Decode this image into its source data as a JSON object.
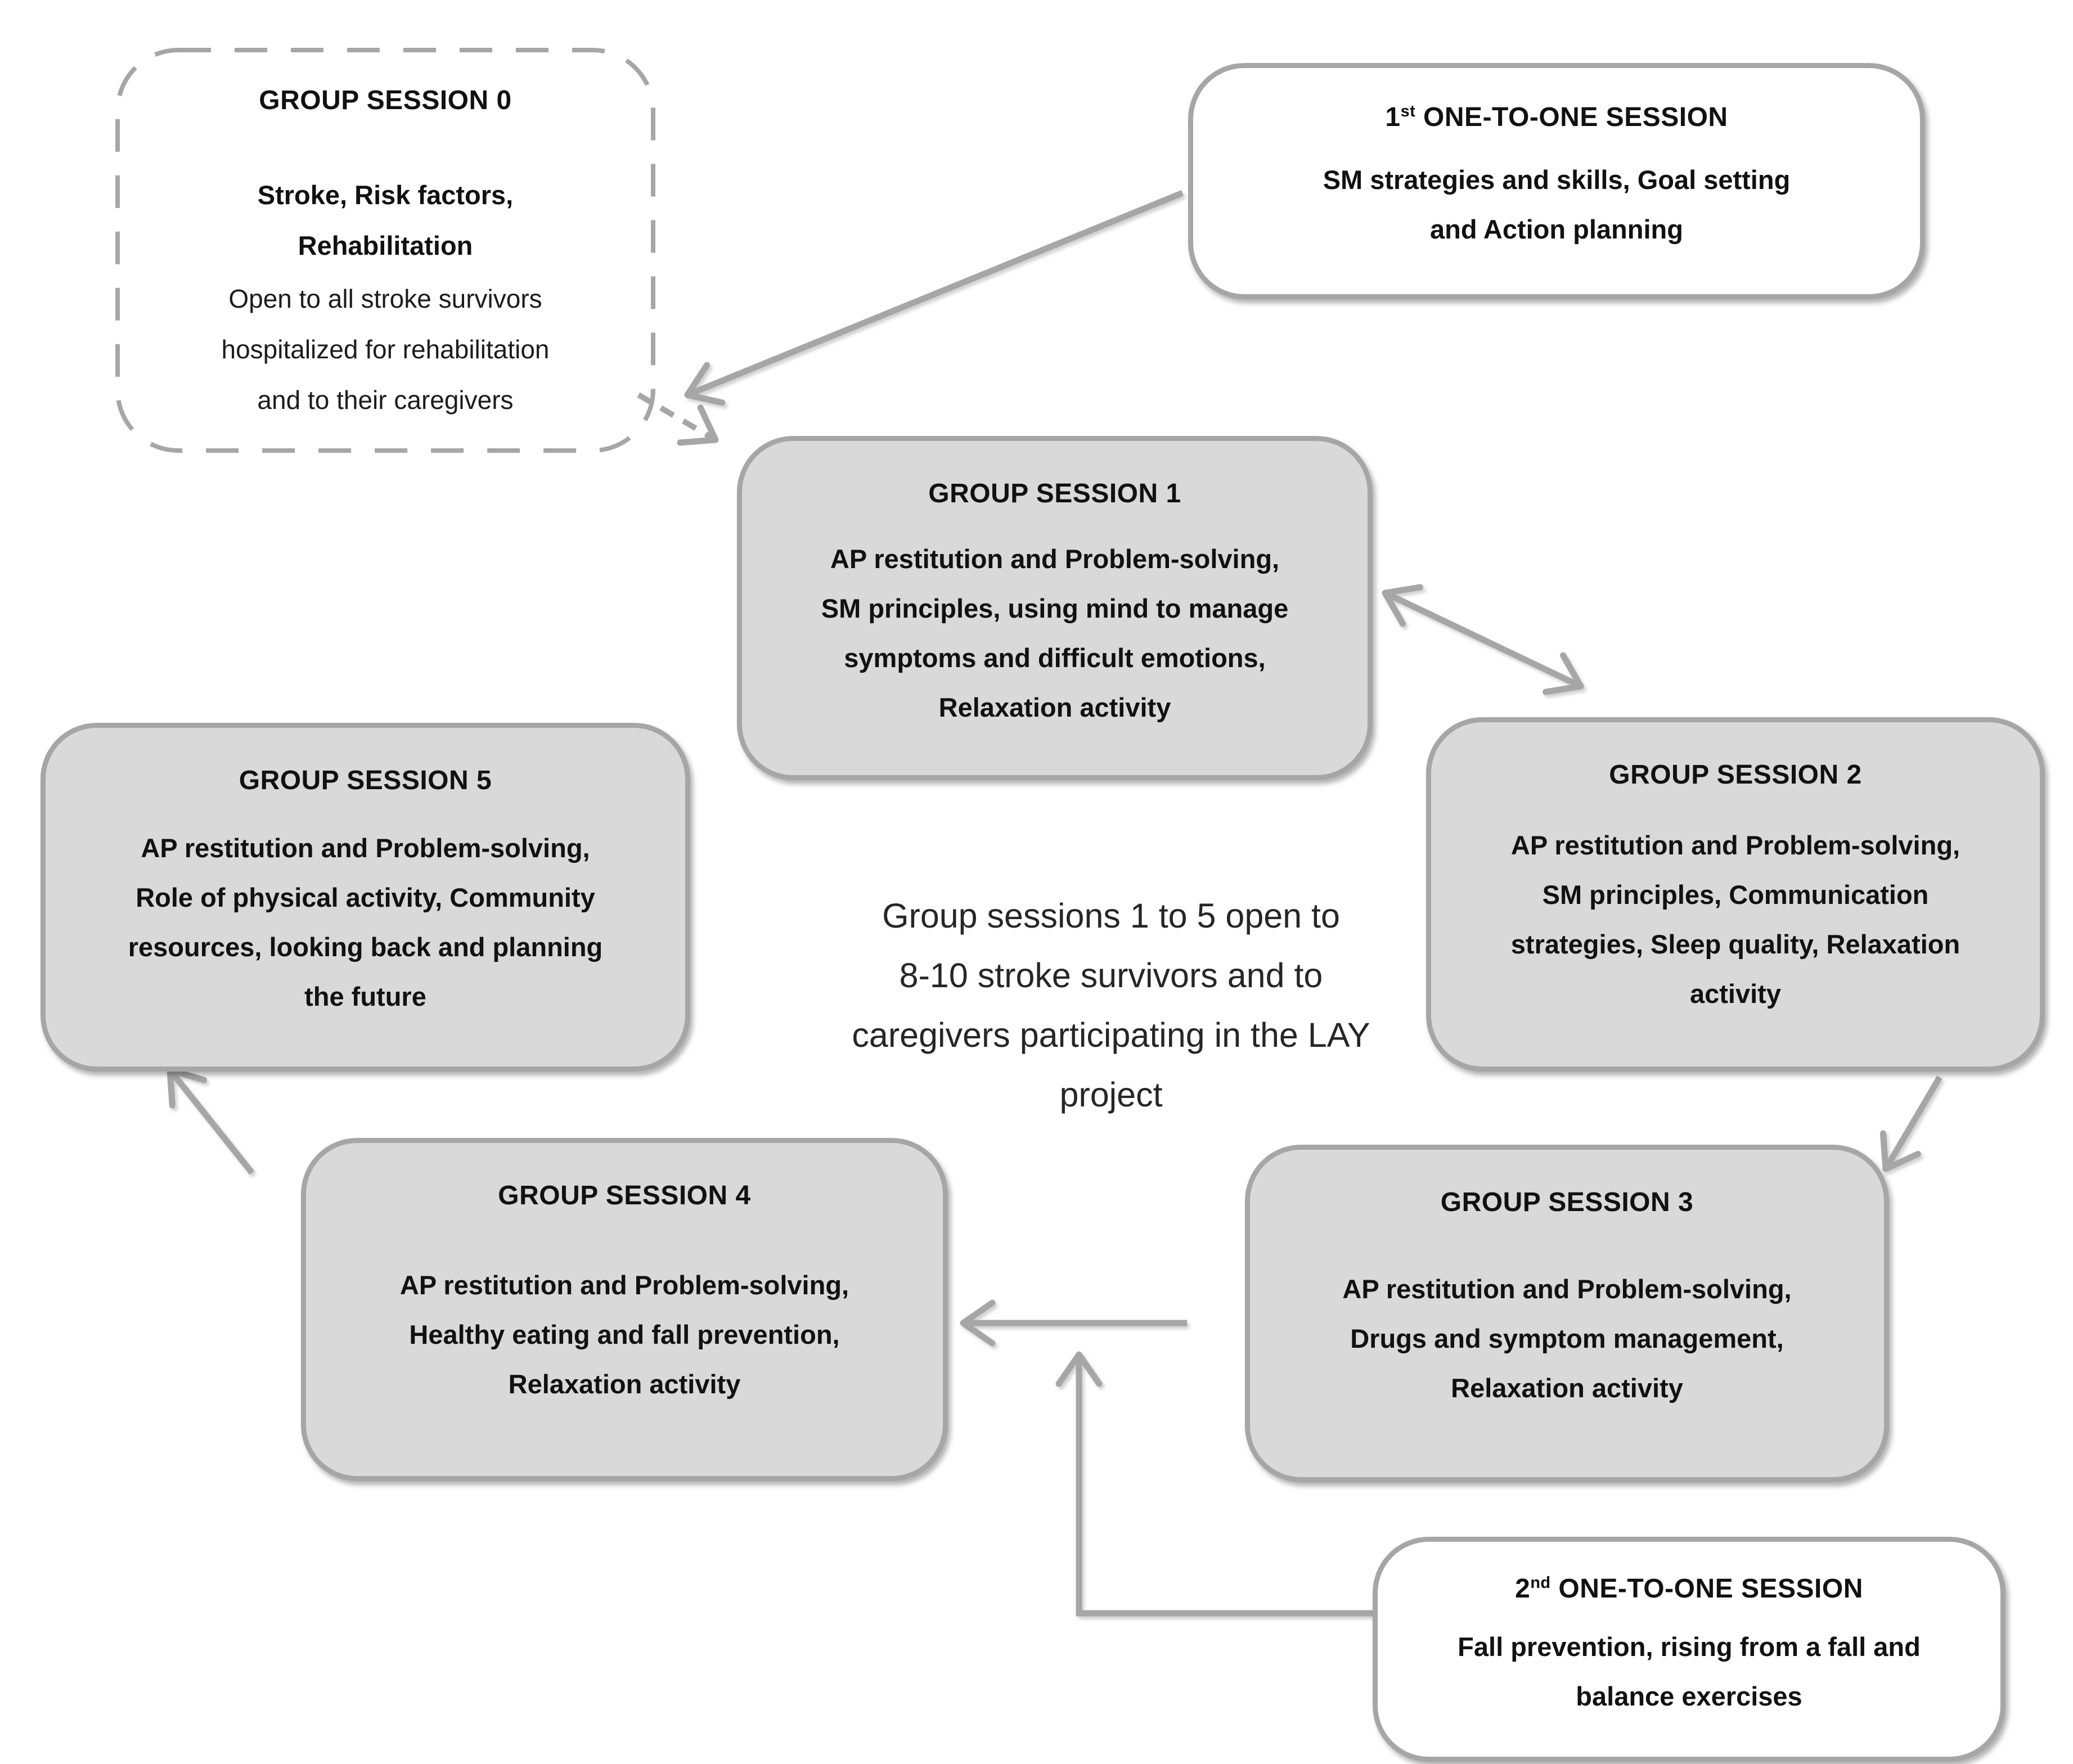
{
  "diagram": {
    "boxes": {
      "session0": {
        "title": "GROUP SESSION 0",
        "body_bold": "Stroke, Risk factors,\nRehabilitation",
        "body_regular": "Open to all stroke survivors\nhospitalized for rehabilitation\nand to their caregivers"
      },
      "one_to_one_1": {
        "title_num": "1",
        "title_sup": "st",
        "title_rest": " ONE-TO-ONE SESSION",
        "body": "SM strategies and skills, Goal setting\nand Action planning"
      },
      "session1": {
        "title": "GROUP SESSION 1",
        "body": "AP restitution and Problem-solving,\nSM principles, using mind to manage\nsymptoms and difficult emotions,\nRelaxation activity"
      },
      "session2": {
        "title": "GROUP SESSION 2",
        "body": "AP restitution and Problem-solving,\nSM principles, Communication\nstrategies, Sleep quality, Relaxation\nactivity"
      },
      "session3": {
        "title": "GROUP SESSION 3",
        "body": "AP restitution and Problem-solving,\nDrugs and symptom management,\nRelaxation activity"
      },
      "session4": {
        "title": "GROUP SESSION 4",
        "body": "AP restitution and Problem-solving,\nHealthy eating and fall prevention,\nRelaxation activity"
      },
      "session5": {
        "title": "GROUP SESSION 5",
        "body": "AP restitution and Problem-solving,\nRole of physical activity, Community\nresources, looking back and planning\nthe future"
      },
      "one_to_one_2": {
        "title_num": "2",
        "title_sup": "nd",
        "title_rest": " ONE-TO-ONE SESSION",
        "body": "Fall prevention, rising from a fall and\nbalance exercises"
      }
    },
    "center_note": "Group sessions 1 to 5 open to\n8-10 stroke survivors and to\ncaregivers participating in the LAY\nproject",
    "colors": {
      "box_fill": "#d9d9d9",
      "box_border": "#a6a6a6",
      "white_fill": "#ffffff",
      "arrow": "#a6a6a6",
      "text": "#111111"
    }
  }
}
